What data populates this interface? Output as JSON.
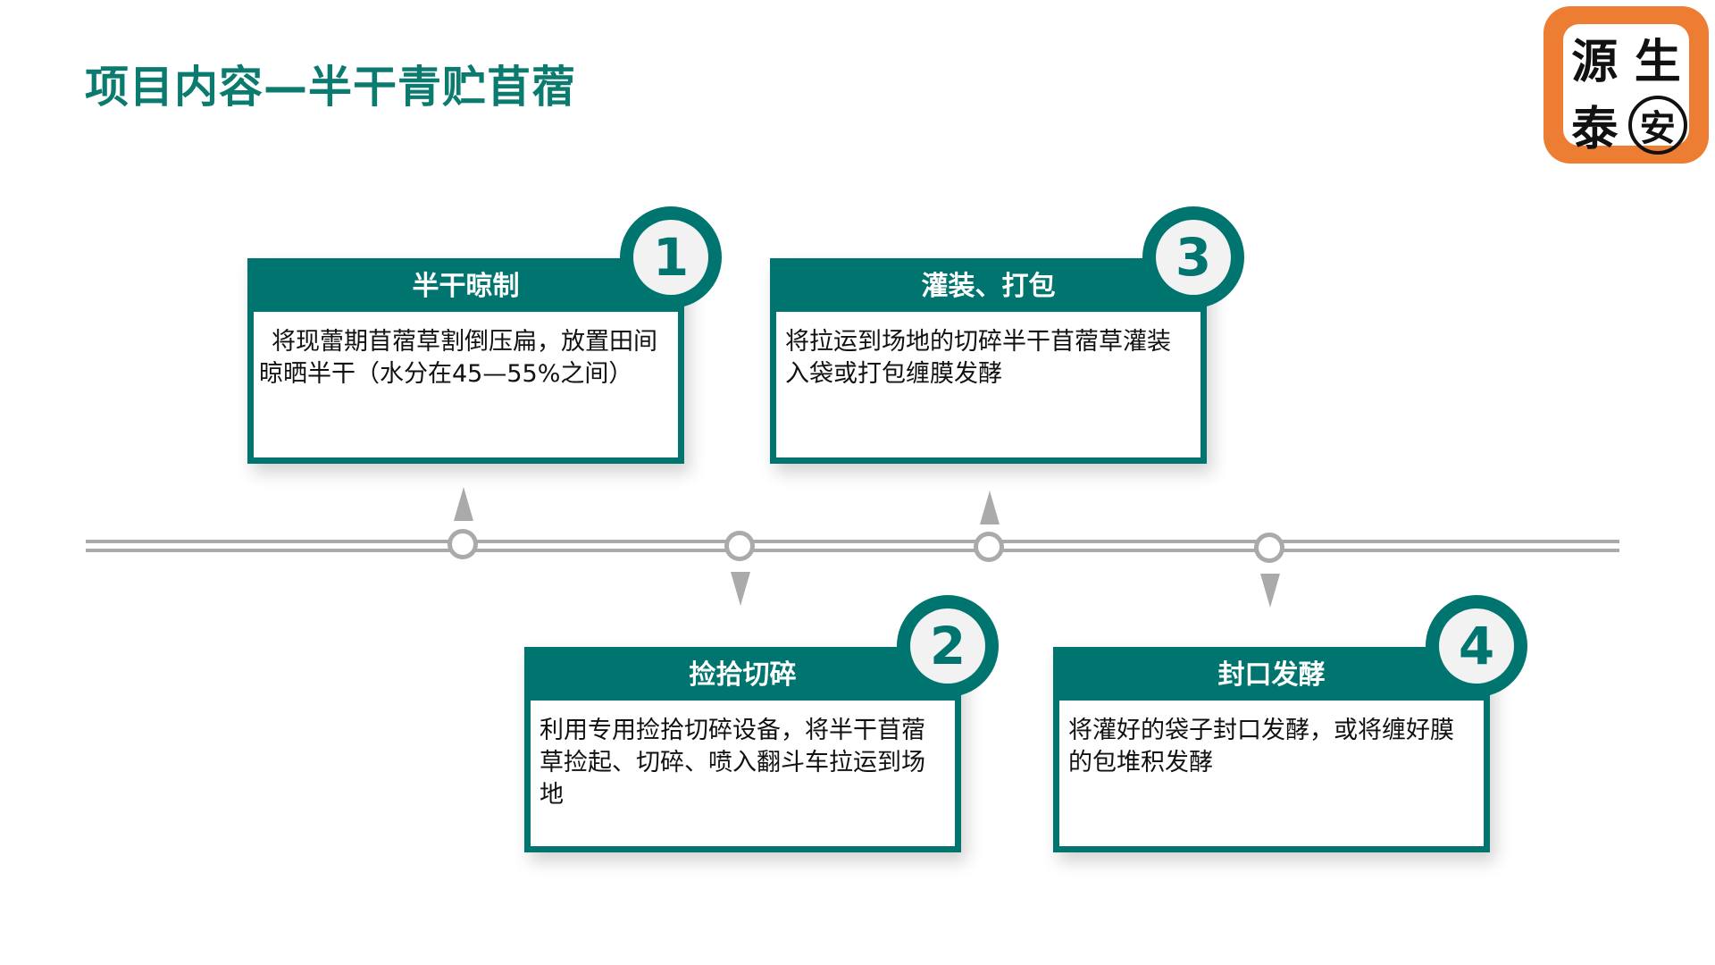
{
  "title": "项目内容—半干青贮苜蓿",
  "logo": {
    "chars": [
      "源",
      "生",
      "泰",
      "安"
    ],
    "color": "#ec7d32"
  },
  "accent": "#00756f",
  "steps": [
    {
      "number": "1",
      "title": "半干晾制",
      "text": "将现蕾期苜蓿草割倒压扁，放置田间晾晒半干（水分在45—55%之间）"
    },
    {
      "number": "2",
      "title": "捡拾切碎",
      "text": "利用专用捡拾切碎设备，将半干苜蓿草捡起、切碎、喷入翻斗车拉运到场地"
    },
    {
      "number": "3",
      "title": "灌装、打包",
      "text": "将拉运到场地的切碎半干苜蓿草灌装入袋或打包缠膜发酵"
    },
    {
      "number": "4",
      "title": "封口发酵",
      "text": "将灌好的袋子封口发酵，或将缠好膜的包堆积发酵"
    }
  ]
}
